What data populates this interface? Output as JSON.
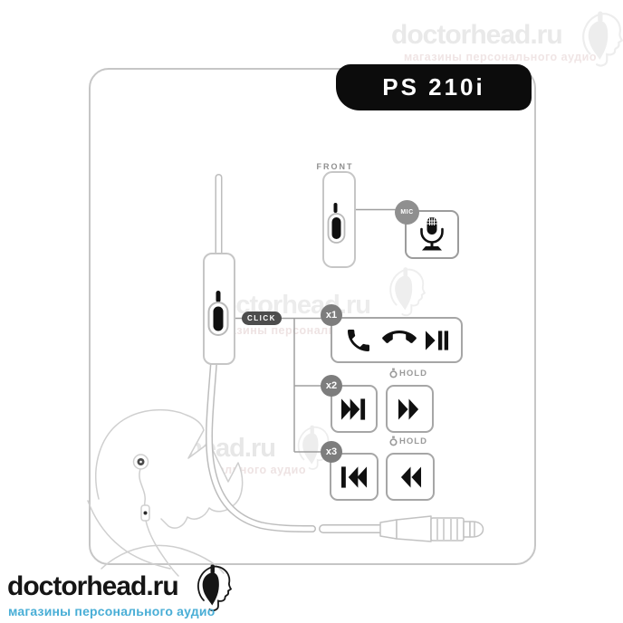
{
  "product": {
    "name": "PS 210i"
  },
  "watermark": {
    "brand": "doctorhead.ru",
    "tagline": "магазины персонального аудио"
  },
  "diagram": {
    "front_label": "FRONT",
    "mic_badge": "MIC",
    "click_label": "CLICK",
    "rows": [
      {
        "presses": "x1",
        "actions": [
          "answer-call",
          "end-call",
          "play-pause"
        ]
      },
      {
        "presses": "x2",
        "actions": [
          "next-track"
        ],
        "hold": {
          "label": "HOLD",
          "actions": [
            "fast-forward"
          ]
        }
      },
      {
        "presses": "x3",
        "actions": [
          "previous-track"
        ],
        "hold": {
          "label": "HOLD",
          "actions": [
            "rewind"
          ]
        }
      }
    ]
  },
  "footer": {
    "brand": "doctorhead.ru",
    "tagline": "магазины персонального аудио"
  },
  "colors": {
    "badge_bg": "#0c0c0c",
    "frame_border": "#c6c6c6",
    "box_border": "#a6a6a6",
    "connector_gray": "#9f9f9f",
    "badge_gray": "#7d7d7d",
    "pill_dark": "#4d4d4d",
    "icon_black": "#101010",
    "watermark_gray": "#e9e9e9",
    "footer_accent_blue": "#49aed6"
  }
}
